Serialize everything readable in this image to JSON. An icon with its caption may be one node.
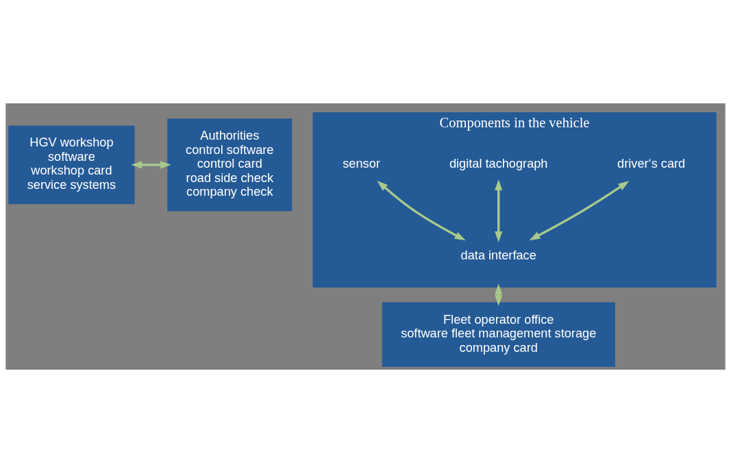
{
  "diagram": {
    "nodes": [
      {
        "text": [
          "HGV workshop",
          "software",
          "workshop card",
          "service systems"
        ]
      },
      {
        "text": [
          "Components in the vehicle"
        ]
      },
      {
        "text": [
          "driver‘s card"
        ],
        "in": 1
      },
      {
        "text": [
          "digital tachograph"
        ],
        "in": 1
      },
      {
        "text": [
          "sensor"
        ],
        "in": 1
      },
      {
        "text": [
          "data interface"
        ],
        "in": 1
      },
      {
        "text": [
          "Fleet operator office",
          "software fleet management storage",
          "company card"
        ]
      },
      {
        "text": [
          "Authorities",
          "control software",
          "control card",
          "road side check",
          "company check"
        ]
      }
    ],
    "edges": [
      {
        "from": 2,
        "to": 5,
        "arrow": "both"
      },
      {
        "from": 3,
        "to": 5,
        "arrow": "both"
      },
      {
        "from": 4,
        "to": 5,
        "arrow": "both"
      },
      {
        "from": 0,
        "to": 7,
        "arrow": "both"
      },
      {
        "from": 1,
        "to": 6,
        "arrow": "both"
      }
    ]
  }
}
